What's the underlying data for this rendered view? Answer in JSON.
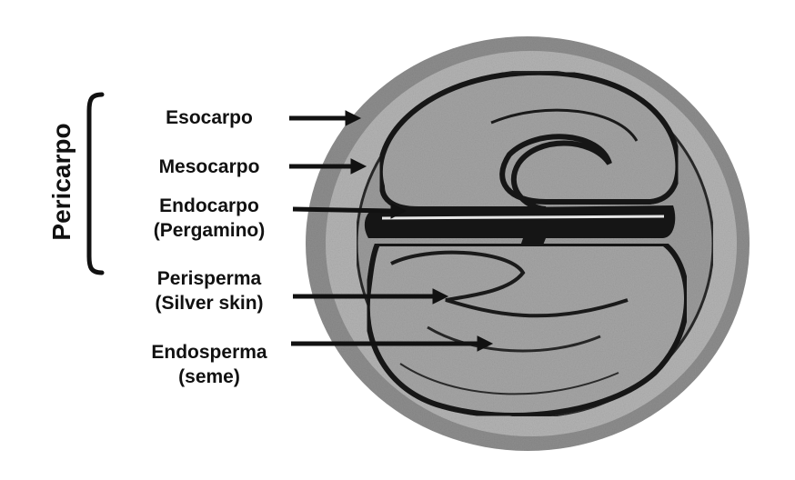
{
  "group_label": "Pericarpo",
  "labels": {
    "esocarpo": "Esocarpo",
    "mesocarpo": "Mesocarpo",
    "endocarpo_line1": "Endocarpo",
    "endocarpo_line2": "(Pergamino)",
    "perisperma_line1": "Perisperma",
    "perisperma_line2": "(Silver skin)",
    "endosperma_line1": "Endosperma",
    "endosperma_line2": "(seme)"
  },
  "colors": {
    "text": "#111111",
    "outer_layer": "#9b9b9b",
    "inner_tissue": "#a9a9a9",
    "dark_lines": "#141414",
    "background": "#ffffff"
  }
}
